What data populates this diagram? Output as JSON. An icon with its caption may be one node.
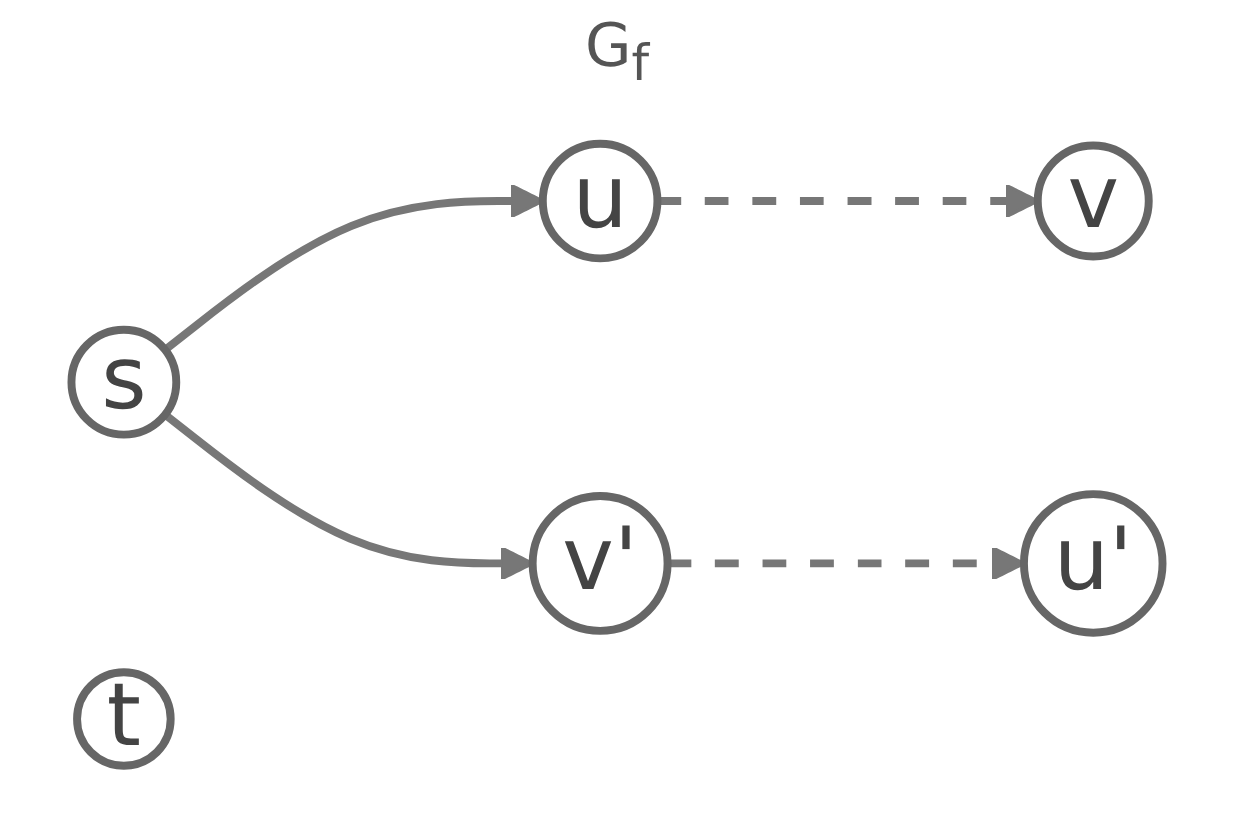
{
  "diagram": {
    "title": "G$_{f}$",
    "nodes": [
      {
        "text": [
          "s"
        ]
      },
      {
        "text": [
          "u"
        ]
      },
      {
        "text": [
          "v"
        ]
      },
      {
        "text": [
          "t"
        ]
      },
      {
        "text": [
          "v'"
        ]
      },
      {
        "text": [
          "u'"
        ]
      }
    ],
    "edges": [
      {
        "from": 0,
        "to": 1,
        "arrow": "to"
      },
      {
        "from": 0,
        "to": 4,
        "arrow": "to"
      },
      {
        "from": 1,
        "to": 2,
        "arrow": "to",
        "style": "dashed"
      },
      {
        "from": 4,
        "to": 5,
        "arrow": "to",
        "style": "dashed"
      }
    ]
  }
}
